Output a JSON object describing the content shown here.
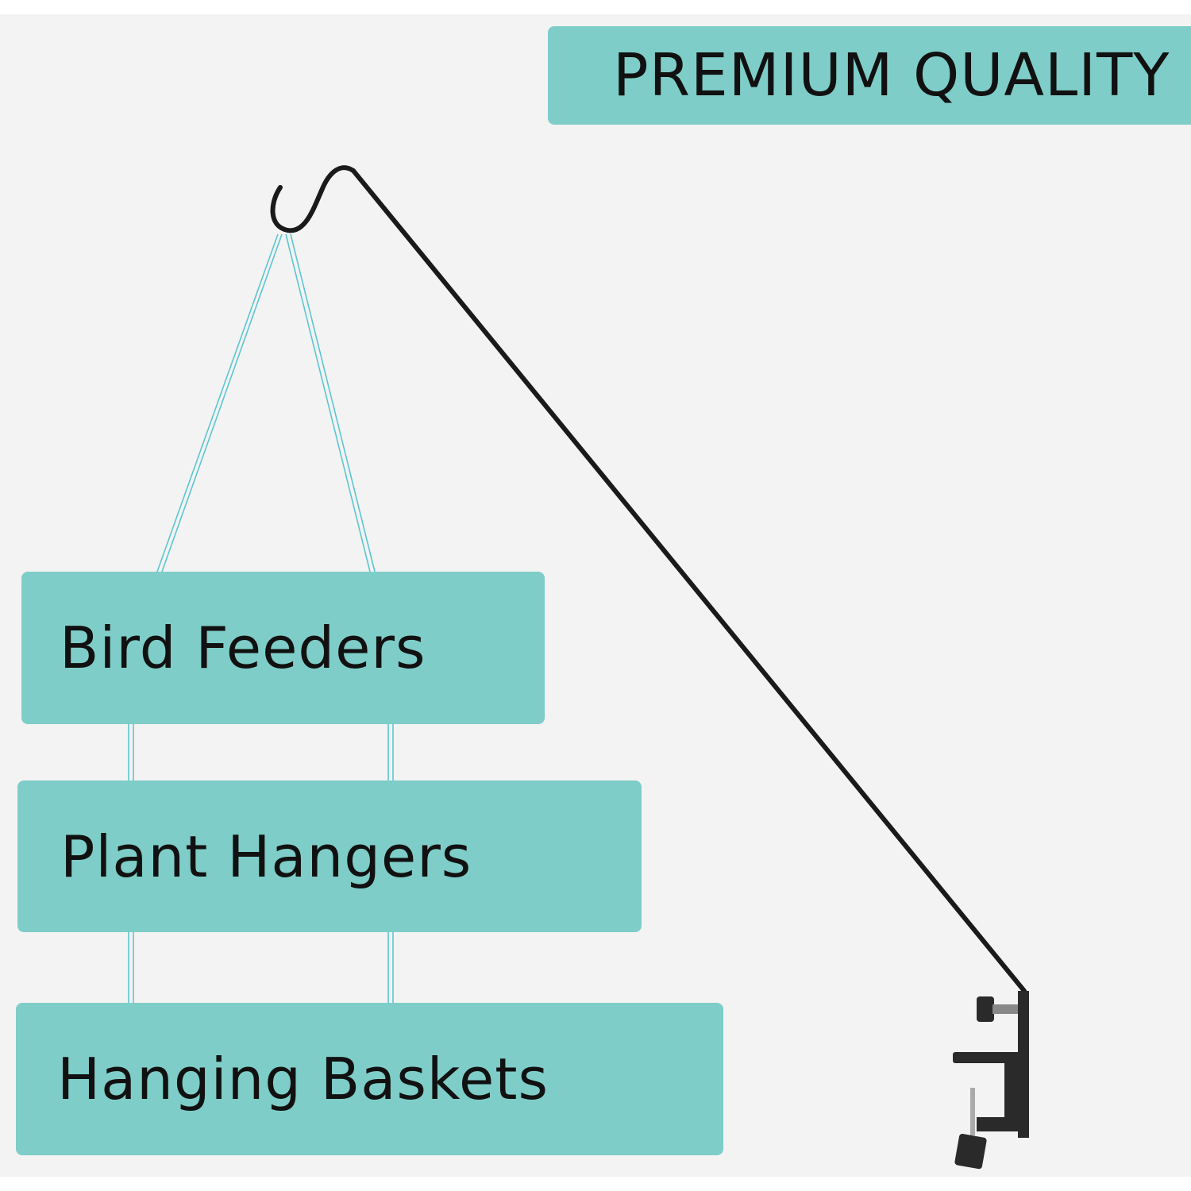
{
  "banner": {
    "text": "PREMIUM QUALITY"
  },
  "uses": [
    {
      "label": "Bird Feeders"
    },
    {
      "label": "Plant Hangers"
    },
    {
      "label": "Hanging Baskets"
    }
  ],
  "colors": {
    "accent": "#7ecdc8",
    "background": "#f3f3f3",
    "rod": "#1a1a1a",
    "string": "#5cc6d0"
  }
}
